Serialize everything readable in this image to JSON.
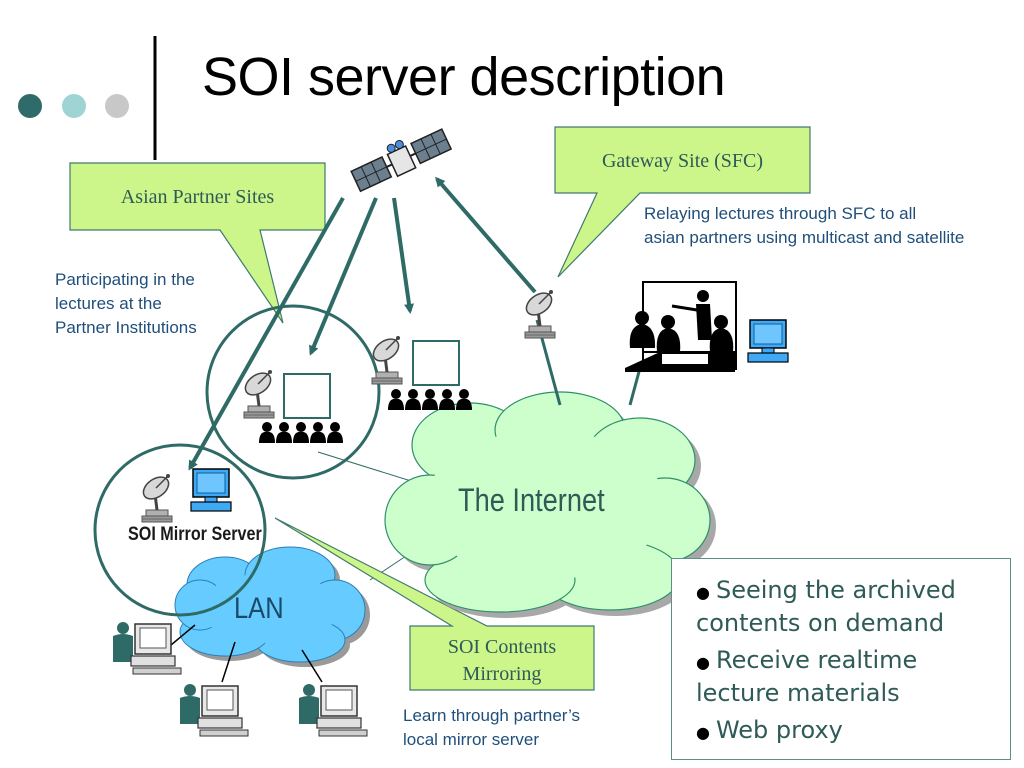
{
  "slide": {
    "title": "SOI server description"
  },
  "callouts": {
    "asian_partner_sites": "Asian Partner Sites",
    "gateway_site": "Gateway Site (SFC)",
    "soi_contents_mirroring_line1": "SOI Contents",
    "soi_contents_mirroring_line2": "Mirroring"
  },
  "notes": {
    "relaying_line1": "Relaying lectures through SFC to all",
    "relaying_line2": "asian partners using multicast and satellite",
    "participating_line1": "Participating in the",
    "participating_line2": "lectures at the",
    "participating_line3": "Partner Institutions",
    "learn_line1": "Learn through partner’s",
    "learn_line2": "local mirror server"
  },
  "labels": {
    "mirror_server": "SOI  Mirror Server",
    "internet": "The Internet",
    "lan": "LAN"
  },
  "info_box": {
    "bullets": [
      "Seeing the archived contents on demand",
      "Receive realtime lecture materials",
      "Web proxy"
    ],
    "bullet_lines": [
      [
        "Seeing the archived",
        "contents on demand"
      ],
      [
        "Receive realtime",
        "lecture materials"
      ],
      [
        "Web proxy"
      ]
    ]
  },
  "icons": {
    "decor_dots": [
      "#2f6b6b",
      "#9fd4d4",
      "#c8c8c8"
    ],
    "satellite": "satellite-icon",
    "dish": "satellite-dish-icon",
    "computer": "computer-icon",
    "audience": "audience-icon",
    "presenter": "presentation-meeting-icon"
  },
  "colors": {
    "teal": "#2f6b66",
    "callout_green": "#ccf58a",
    "cloud_green": "#ccffcc",
    "cloud_blue": "#66ccff",
    "text_teal": "#2f5b57"
  }
}
